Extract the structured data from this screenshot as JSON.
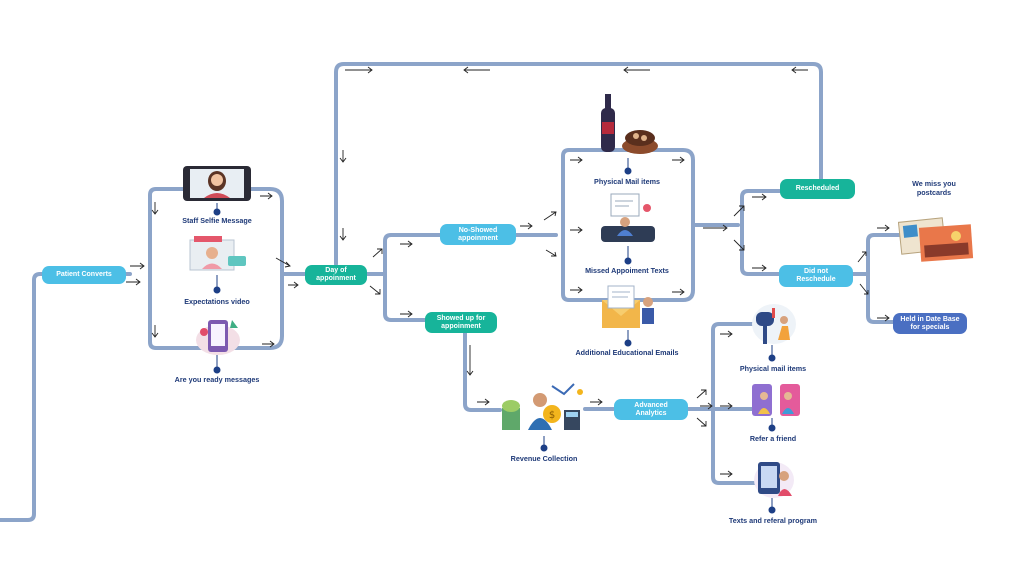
{
  "colors": {
    "wire": "#8ca4c9",
    "light_blue": "#4cbfe6",
    "teal": "#17b49a",
    "navy": "#4a6fc2",
    "label": "#1f3a78",
    "dot": "#1d3f86"
  },
  "nodes": {
    "patient_converts": "Patient Converts",
    "day_of_appointment": "Day of\nappoinment",
    "no_showed": "No-Showed\nappoinment",
    "showed_up": "Showed up for\nappoinment",
    "rescheduled": "Rescheduled",
    "did_not_reschedule": "Did not\nReschedule",
    "held_in_database": "Held in Date Base\nfor specials",
    "advanced_analytics": "Advanced\nAnalytics"
  },
  "labels": {
    "staff_selfie": "Staff Selfie Message",
    "expectations_video": "Expectations video",
    "ready_messages": "Are you ready messages",
    "physical_mail_items_top": "Physical Mail items",
    "missed_texts": "Missed Appoiment Texts",
    "educational_emails": "Additional Educational Emails",
    "we_miss_you": "We miss you\npostcards",
    "revenue_collection": "Revenue Collection",
    "physical_mail_items_bottom": "Physical mail items",
    "refer_friend": "Refer a friend",
    "texts_referral": "Texts and referal program"
  },
  "icons": [
    "phone-selfie-icon",
    "video-person-icon",
    "ready-message-icon",
    "wine-mail-icon",
    "missed-text-icon",
    "email-icon",
    "postcard-icon",
    "revenue-icon",
    "mailbox-icon",
    "refer-friend-icon",
    "texts-referral-icon"
  ]
}
